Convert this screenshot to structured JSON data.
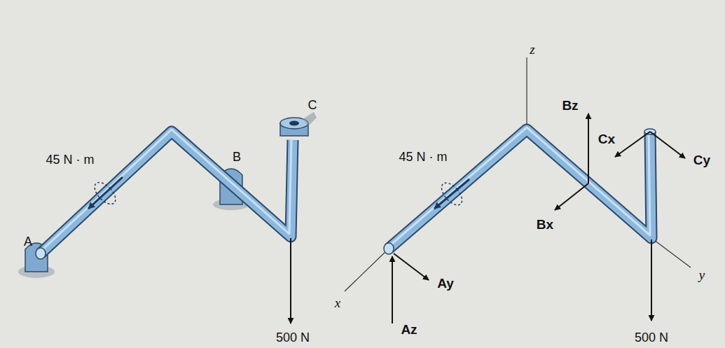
{
  "diagram": {
    "labels": [
      "A",
      "45 N · m",
      "B",
      "C",
      "500 N",
      "z",
      "Bz",
      "Cx",
      "Cy",
      "45 N · m",
      "Bx",
      "x",
      "Ay",
      "Az",
      "y",
      "500 N"
    ]
  }
}
